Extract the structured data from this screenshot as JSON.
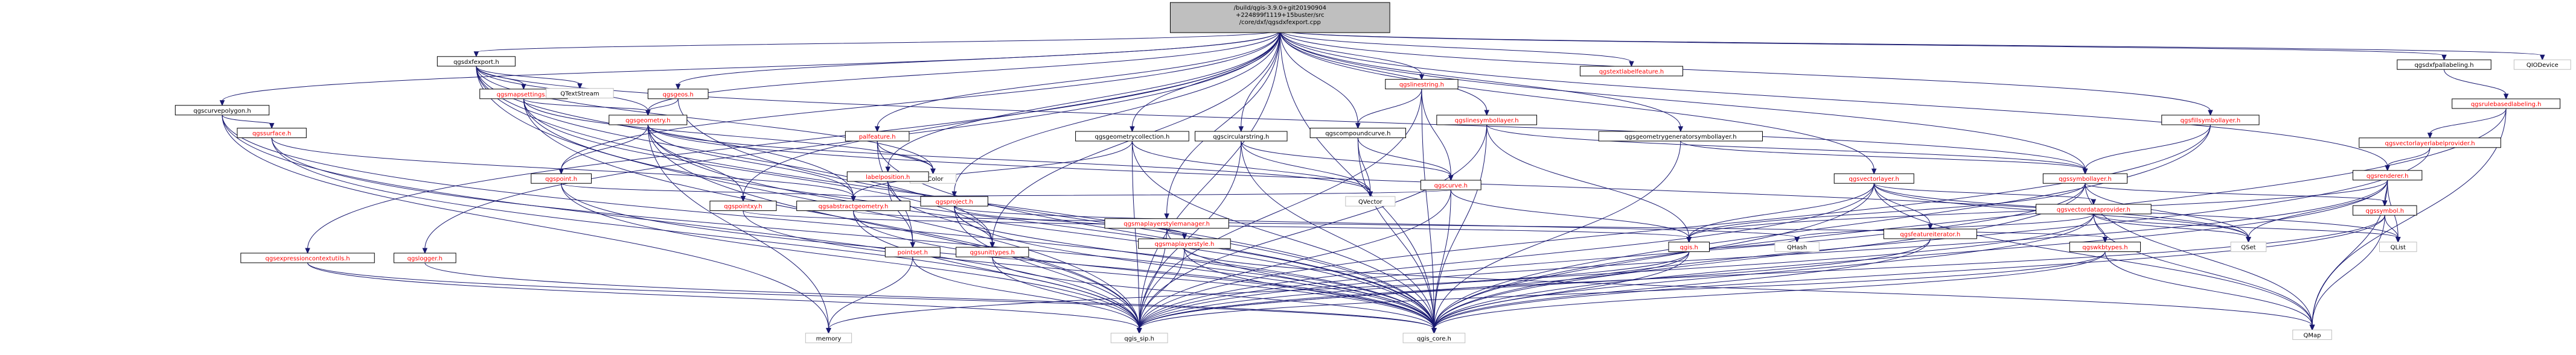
{
  "colors": {
    "root_fill": "#bfbfbf",
    "node_fill": "#ffffff",
    "link_text": "#000000",
    "red_text": "#ff0000",
    "gray_stroke": "#bfbfbf",
    "edge": "#191970"
  },
  "nodes": [
    {
      "id": "root",
      "lines": [
        "/build/qgis-3.9.0+git20190904",
        "+224899f1119+15buster/src",
        "/core/dxf/qgsdxfexport.cpp"
      ],
      "style": "root"
    },
    {
      "id": "qgsdxfexport_h",
      "lines": [
        "qgsdxfexport.h"
      ],
      "style": "black"
    },
    {
      "id": "qgscurvepolygon_h",
      "lines": [
        "qgscurvepolygon.h"
      ],
      "style": "black"
    },
    {
      "id": "qgsexpressioncontextutils_h",
      "lines": [
        "qgsexpressioncontextutils.h"
      ],
      "style": "red"
    },
    {
      "id": "qgssurface_h",
      "lines": [
        "qgssurface.h"
      ],
      "style": "red"
    },
    {
      "id": "qgslogger_h",
      "lines": [
        "qgslogger.h"
      ],
      "style": "red"
    },
    {
      "id": "qgsmapsettings_h",
      "lines": [
        "qgsmapsettings.h"
      ],
      "style": "red"
    },
    {
      "id": "qtextstream",
      "lines": [
        "QTextStream"
      ],
      "style": "gray"
    },
    {
      "id": "qgsgeometry_h",
      "lines": [
        "qgsgeometry.h"
      ],
      "style": "red"
    },
    {
      "id": "qgspoint_h",
      "lines": [
        "qgspoint.h"
      ],
      "style": "red"
    },
    {
      "id": "qgspointxy_h",
      "lines": [
        "qgspointxy.h"
      ],
      "style": "red"
    },
    {
      "id": "qgsabstractgeometry_h",
      "lines": [
        "qgsabstractgeometry.h"
      ],
      "style": "red"
    },
    {
      "id": "qcolor",
      "lines": [
        "QColor"
      ],
      "style": "gray"
    },
    {
      "id": "qgsgeos_h",
      "lines": [
        "qgsgeos.h"
      ],
      "style": "red"
    },
    {
      "id": "palfeature_h",
      "lines": [
        "palfeature.h"
      ],
      "style": "red"
    },
    {
      "id": "labelposition_h",
      "lines": [
        "labelposition.h"
      ],
      "style": "red"
    },
    {
      "id": "qgsproject_h",
      "lines": [
        "qgsproject.h"
      ],
      "style": "red"
    },
    {
      "id": "qgsgeometrycollection_h",
      "lines": [
        "qgsgeometrycollection.h"
      ],
      "style": "black"
    },
    {
      "id": "qgscircularstring_h",
      "lines": [
        "qgscircularstring.h"
      ],
      "style": "black"
    },
    {
      "id": "qgslinestring_h",
      "lines": [
        "qgslinestring.h"
      ],
      "style": "red"
    },
    {
      "id": "qgscompoundcurve_h",
      "lines": [
        "qgscompoundcurve.h"
      ],
      "style": "black"
    },
    {
      "id": "qgscurve_h",
      "lines": [
        "qgscurve.h"
      ],
      "style": "red"
    },
    {
      "id": "qvector",
      "lines": [
        "QVector"
      ],
      "style": "gray"
    },
    {
      "id": "qgsmaplayerstylemanager_h",
      "lines": [
        "qgsmaplayerstylemanager.h"
      ],
      "style": "red"
    },
    {
      "id": "qgsmaplayerstyle_h",
      "lines": [
        "qgsmaplayerstyle.h"
      ],
      "style": "red"
    },
    {
      "id": "qgslinesymbollayer_h",
      "lines": [
        "qgslinesymbollayer.h"
      ],
      "style": "red"
    },
    {
      "id": "qgstextlabelfeature_h",
      "lines": [
        "qgstextlabelfeature.h"
      ],
      "style": "red"
    },
    {
      "id": "qgsgeometrygeneratorsymbollayer_h",
      "lines": [
        "qgsgeometrygeneratorsymbollayer.h"
      ],
      "style": "black"
    },
    {
      "id": "qgsvectorlayer_h",
      "lines": [
        "qgsvectorlayer.h"
      ],
      "style": "red"
    },
    {
      "id": "qgsfeatureiterator_h",
      "lines": [
        "qgsfeatureiterator.h"
      ],
      "style": "red"
    },
    {
      "id": "qgsvectordataprovider_h",
      "lines": [
        "qgsvectordataprovider.h"
      ],
      "style": "red"
    },
    {
      "id": "qgswkbtypes_h",
      "lines": [
        "qgswkbtypes.h"
      ],
      "style": "red"
    },
    {
      "id": "qgssymbollayer_h",
      "lines": [
        "qgssymbollayer.h"
      ],
      "style": "red"
    },
    {
      "id": "qgsfillsymbollayer_h",
      "lines": [
        "qgsfillsymbollayer.h"
      ],
      "style": "red"
    },
    {
      "id": "qgsrenderer_h",
      "lines": [
        "qgsrenderer.h"
      ],
      "style": "red"
    },
    {
      "id": "qgssymbol_h",
      "lines": [
        "qgssymbol.h"
      ],
      "style": "red"
    },
    {
      "id": "qgsdxfpallabeling_h",
      "lines": [
        "qgsdxfpallabeling.h"
      ],
      "style": "black"
    },
    {
      "id": "qgsrulebasedlabeling_h",
      "lines": [
        "qgsrulebasedlabeling.h"
      ],
      "style": "red"
    },
    {
      "id": "qgsvectorlayerlabelprovider_h",
      "lines": [
        "qgsvectorlayerlabelprovider.h"
      ],
      "style": "red"
    },
    {
      "id": "qiodevice",
      "lines": [
        "QIODevice"
      ],
      "style": "gray"
    },
    {
      "id": "qgsunittypes_h",
      "lines": [
        "qgsunittypes.h"
      ],
      "style": "red"
    },
    {
      "id": "pointset_h",
      "lines": [
        "pointset.h"
      ],
      "style": "red"
    },
    {
      "id": "qgis_h",
      "lines": [
        "qgis.h"
      ],
      "style": "red"
    },
    {
      "id": "qhash",
      "lines": [
        "QHash"
      ],
      "style": "gray"
    },
    {
      "id": "qset",
      "lines": [
        "QSet"
      ],
      "style": "gray"
    },
    {
      "id": "qlist",
      "lines": [
        "QList"
      ],
      "style": "gray"
    },
    {
      "id": "qmap",
      "lines": [
        "QMap"
      ],
      "style": "gray"
    },
    {
      "id": "memory",
      "lines": [
        "memory"
      ],
      "style": "gray"
    },
    {
      "id": "qgis_sip_h",
      "lines": [
        "qgis_sip.h"
      ],
      "style": "gray"
    },
    {
      "id": "qgis_core_h",
      "lines": [
        "qgis_core.h"
      ],
      "style": "gray"
    }
  ],
  "edges": [
    [
      "root",
      "qgsdxfexport_h"
    ],
    [
      "root",
      "qgscurvepolygon_h"
    ],
    [
      "root",
      "qgsexpressioncontextutils_h"
    ],
    [
      "root",
      "qgslogger_h"
    ],
    [
      "root",
      "qgsgeometry_h"
    ],
    [
      "root",
      "qgspoint_h"
    ],
    [
      "root",
      "qgspointxy_h"
    ],
    [
      "root",
      "qgsgeos_h"
    ],
    [
      "root",
      "palfeature_h"
    ],
    [
      "root",
      "labelposition_h"
    ],
    [
      "root",
      "qgsproject_h"
    ],
    [
      "root",
      "qgsgeometrycollection_h"
    ],
    [
      "root",
      "qgscircularstring_h"
    ],
    [
      "root",
      "qgslinestring_h"
    ],
    [
      "root",
      "qgscompoundcurve_h"
    ],
    [
      "root",
      "qgsmaplayerstylemanager_h"
    ],
    [
      "root",
      "qgslinesymbollayer_h"
    ],
    [
      "root",
      "qgstextlabelfeature_h"
    ],
    [
      "root",
      "qgsgeometrygeneratorsymbollayer_h"
    ],
    [
      "root",
      "qgsvectorlayer_h"
    ],
    [
      "root",
      "qgssymbollayer_h"
    ],
    [
      "root",
      "qgsfillsymbollayer_h"
    ],
    [
      "root",
      "qgsrenderer_h"
    ],
    [
      "root",
      "qgsdxfpallabeling_h"
    ],
    [
      "root",
      "qiodevice"
    ],
    [
      "root",
      "qgsunittypes_h"
    ],
    [
      "root",
      "qgis_core_h"
    ],
    [
      "root",
      "qgis_sip_h"
    ],
    [
      "qgsdxfexport_h",
      "qtextstream"
    ],
    [
      "qgsdxfexport_h",
      "qgsmapsettings_h"
    ],
    [
      "qgsdxfexport_h",
      "qgsgeometry_h"
    ],
    [
      "qgsdxfexport_h",
      "qcolor"
    ],
    [
      "qgsdxfexport_h",
      "qgis_core_h"
    ],
    [
      "qgsdxfexport_h",
      "qgis_sip_h"
    ],
    [
      "qgsdxfexport_h",
      "qgssymbollayer_h"
    ],
    [
      "qgsdxfexport_h",
      "qgsabstractgeometry_h"
    ],
    [
      "qgsdxfexport_h",
      "qgsunittypes_h"
    ],
    [
      "qgscurvepolygon_h",
      "qgssurface_h"
    ],
    [
      "qgscurvepolygon_h",
      "qgis_core_h"
    ],
    [
      "qgscurvepolygon_h",
      "qgis_sip_h"
    ],
    [
      "qgscurvepolygon_h",
      "memory"
    ],
    [
      "qgssurface_h",
      "qgsabstractgeometry_h"
    ],
    [
      "qgssurface_h",
      "qgis_core_h"
    ],
    [
      "qgssurface_h",
      "qgis_sip_h"
    ],
    [
      "qgsexpressioncontextutils_h",
      "qgis_core_h"
    ],
    [
      "qgsexpressioncontextutils_h",
      "qgis_sip_h"
    ],
    [
      "qgslogger_h",
      "qgis_core_h"
    ],
    [
      "qgsmapsettings_h",
      "qgsgeometry_h"
    ],
    [
      "qgsmapsettings_h",
      "qcolor"
    ],
    [
      "qgsmapsettings_h",
      "qgis_core_h"
    ],
    [
      "qgsmapsettings_h",
      "qgis_sip_h"
    ],
    [
      "qgsmapsettings_h",
      "qgsunittypes_h"
    ],
    [
      "qgsgeometry_h",
      "qgspoint_h"
    ],
    [
      "qgsgeometry_h",
      "qgspointxy_h"
    ],
    [
      "qgsgeometry_h",
      "qgsabstractgeometry_h"
    ],
    [
      "qgsgeometry_h",
      "qvector"
    ],
    [
      "qgsgeometry_h",
      "qgis_core_h"
    ],
    [
      "qgsgeometry_h",
      "qgis_sip_h"
    ],
    [
      "qgsgeometry_h",
      "memory"
    ],
    [
      "qgsgeometry_h",
      "qset"
    ],
    [
      "qgspoint_h",
      "qgsabstractgeometry_h"
    ],
    [
      "qgspoint_h",
      "qgis_core_h"
    ],
    [
      "qgspoint_h",
      "qgis_sip_h"
    ],
    [
      "qgspointxy_h",
      "qgis_core_h"
    ],
    [
      "qgspointxy_h",
      "qgis_h"
    ],
    [
      "qgsabstractgeometry_h",
      "qgis_core_h"
    ],
    [
      "qgsabstractgeometry_h",
      "qgis_sip_h"
    ],
    [
      "qgsabstractgeometry_h",
      "qgswkbtypes_h"
    ],
    [
      "qgsgeos_h",
      "qgsgeometry_h"
    ],
    [
      "qgsgeos_h",
      "qgis_core_h"
    ],
    [
      "palfeature_h",
      "pointset_h"
    ],
    [
      "palfeature_h",
      "qgis_core_h"
    ],
    [
      "palfeature_h",
      "qcolor"
    ],
    [
      "labelposition_h",
      "pointset_h"
    ],
    [
      "labelposition_h",
      "qgis_core_h"
    ],
    [
      "pointset_h",
      "memory"
    ],
    [
      "pointset_h",
      "qgis_sip_h"
    ],
    [
      "qgsproject_h",
      "qgis_core_h"
    ],
    [
      "qgsproject_h",
      "qgis_sip_h"
    ],
    [
      "qgsproject_h",
      "qgsunittypes_h"
    ],
    [
      "qgsproject_h",
      "qgsmaplayerstyle_h"
    ],
    [
      "qgsproject_h",
      "qhash"
    ],
    [
      "qgsgeometrycollection_h",
      "qgsabstractgeometry_h"
    ],
    [
      "qgsgeometrycollection_h",
      "qvector"
    ],
    [
      "qgsgeometrycollection_h",
      "qgis_core_h"
    ],
    [
      "qgsgeometrycollection_h",
      "qgis_sip_h"
    ],
    [
      "qgscircularstring_h",
      "qgscurve_h"
    ],
    [
      "qgscircularstring_h",
      "qvector"
    ],
    [
      "qgscircularstring_h",
      "qgis_core_h"
    ],
    [
      "qgscircularstring_h",
      "qgis_sip_h"
    ],
    [
      "qgslinestring_h",
      "qgscurve_h"
    ],
    [
      "qgslinestring_h",
      "qgscompoundcurve_h"
    ],
    [
      "qgslinestring_h",
      "qgis_core_h"
    ],
    [
      "qgslinestring_h",
      "qgis_sip_h"
    ],
    [
      "qgscompoundcurve_h",
      "qgscurve_h"
    ],
    [
      "qgscompoundcurve_h",
      "qvector"
    ],
    [
      "qgscompoundcurve_h",
      "qgis_core_h"
    ],
    [
      "qgscurve_h",
      "qgsabstractgeometry_h"
    ],
    [
      "qgscurve_h",
      "qgis_core_h"
    ],
    [
      "qgscurve_h",
      "qgis_sip_h"
    ],
    [
      "qgscurve_h",
      "qgis_h"
    ],
    [
      "qgsmaplayerstylemanager_h",
      "qgsmaplayerstyle_h"
    ],
    [
      "qgsmaplayerstylemanager_h",
      "qgis_core_h"
    ],
    [
      "qgsmaplayerstylemanager_h",
      "qgis_sip_h"
    ],
    [
      "qgsmaplayerstyle_h",
      "qgis_core_h"
    ],
    [
      "qgsmaplayerstyle_h",
      "qgis_sip_h"
    ],
    [
      "qgsmaplayerstyle_h",
      "qmap"
    ],
    [
      "qgslinesymbollayer_h",
      "qgssymbollayer_h"
    ],
    [
      "qgslinesymbollayer_h",
      "qgis_core_h"
    ],
    [
      "qgslinesymbollayer_h",
      "qgis_sip_h"
    ],
    [
      "qgslinesymbollayer_h",
      "qgis_h"
    ],
    [
      "qgsgeometrygeneratorsymbollayer_h",
      "qgssymbollayer_h"
    ],
    [
      "qgsgeometrygeneratorsymbollayer_h",
      "qgis_core_h"
    ],
    [
      "qgsvectorlayer_h",
      "qgsfeatureiterator_h"
    ],
    [
      "qgsvectorlayer_h",
      "qgsvectordataprovider_h"
    ],
    [
      "qgsvectorlayer_h",
      "qgis_core_h"
    ],
    [
      "qgsvectorlayer_h",
      "qgis_sip_h"
    ],
    [
      "qgsvectorlayer_h",
      "qset"
    ],
    [
      "qgsvectorlayer_h",
      "qlist"
    ],
    [
      "qgsvectorlayer_h",
      "qmap"
    ],
    [
      "qgsvectorlayer_h",
      "qgis_h"
    ],
    [
      "qgsfeatureiterator_h",
      "qgis_core_h"
    ],
    [
      "qgsfeatureiterator_h",
      "qgis_sip_h"
    ],
    [
      "qgsvectordataprovider_h",
      "qgis_core_h"
    ],
    [
      "qgsvectordataprovider_h",
      "qgis_sip_h"
    ],
    [
      "qgsvectordataprovider_h",
      "qset"
    ],
    [
      "qgsvectordataprovider_h",
      "qmap"
    ],
    [
      "qgsvectordataprovider_h",
      "qhash"
    ],
    [
      "qgsvectordataprovider_h",
      "qlist"
    ],
    [
      "qgsvectordataprovider_h",
      "qgswkbtypes_h"
    ],
    [
      "qgswkbtypes_h",
      "qgis_core_h"
    ],
    [
      "qgswkbtypes_h",
      "qgis_sip_h"
    ],
    [
      "qgswkbtypes_h",
      "qmap"
    ],
    [
      "qgssymbollayer_h",
      "qgis_core_h"
    ],
    [
      "qgssymbollayer_h",
      "qgis_sip_h"
    ],
    [
      "qgssymbollayer_h",
      "qgssymbol_h"
    ],
    [
      "qgssymbollayer_h",
      "qset"
    ],
    [
      "qgssymbollayer_h",
      "qmap"
    ],
    [
      "qgssymbollayer_h",
      "qgis_h"
    ],
    [
      "qgsfillsymbollayer_h",
      "qgssymbollayer_h"
    ],
    [
      "qgsfillsymbollayer_h",
      "qgis_core_h"
    ],
    [
      "qgsfillsymbollayer_h",
      "qgis_sip_h"
    ],
    [
      "qgsrenderer_h",
      "qgis_core_h"
    ],
    [
      "qgsrenderer_h",
      "qgis_sip_h"
    ],
    [
      "qgsrenderer_h",
      "qgssymbol_h"
    ],
    [
      "qgsrenderer_h",
      "qlist"
    ],
    [
      "qgsrenderer_h",
      "qset"
    ],
    [
      "qgsrenderer_h",
      "qmap"
    ],
    [
      "qgsrenderer_h",
      "qgis_h"
    ],
    [
      "qgssymbol_h",
      "qgis_core_h"
    ],
    [
      "qgssymbol_h",
      "qgis_sip_h"
    ],
    [
      "qgssymbol_h",
      "qmap"
    ],
    [
      "qgssymbol_h",
      "qlist"
    ],
    [
      "qgsdxfpallabeling_h",
      "qgsrulebasedlabeling_h"
    ],
    [
      "qgsrulebasedlabeling_h",
      "qgsvectorlayerlabelprovider_h"
    ],
    [
      "qgsrulebasedlabeling_h",
      "qgis_core_h"
    ],
    [
      "qgsrulebasedlabeling_h",
      "qmap"
    ],
    [
      "qgsvectorlayerlabelprovider_h",
      "qgsrenderer_h"
    ],
    [
      "qgsvectorlayerlabelprovider_h",
      "qgis_core_h"
    ],
    [
      "qgsunittypes_h",
      "qgis_core_h"
    ],
    [
      "qgsunittypes_h",
      "qgis_sip_h"
    ],
    [
      "qgis_h",
      "qgis_core_h"
    ],
    [
      "qgis_h",
      "qgis_sip_h"
    ],
    [
      "qgis_h",
      "qhash"
    ],
    [
      "qgis_h",
      "memory"
    ]
  ]
}
